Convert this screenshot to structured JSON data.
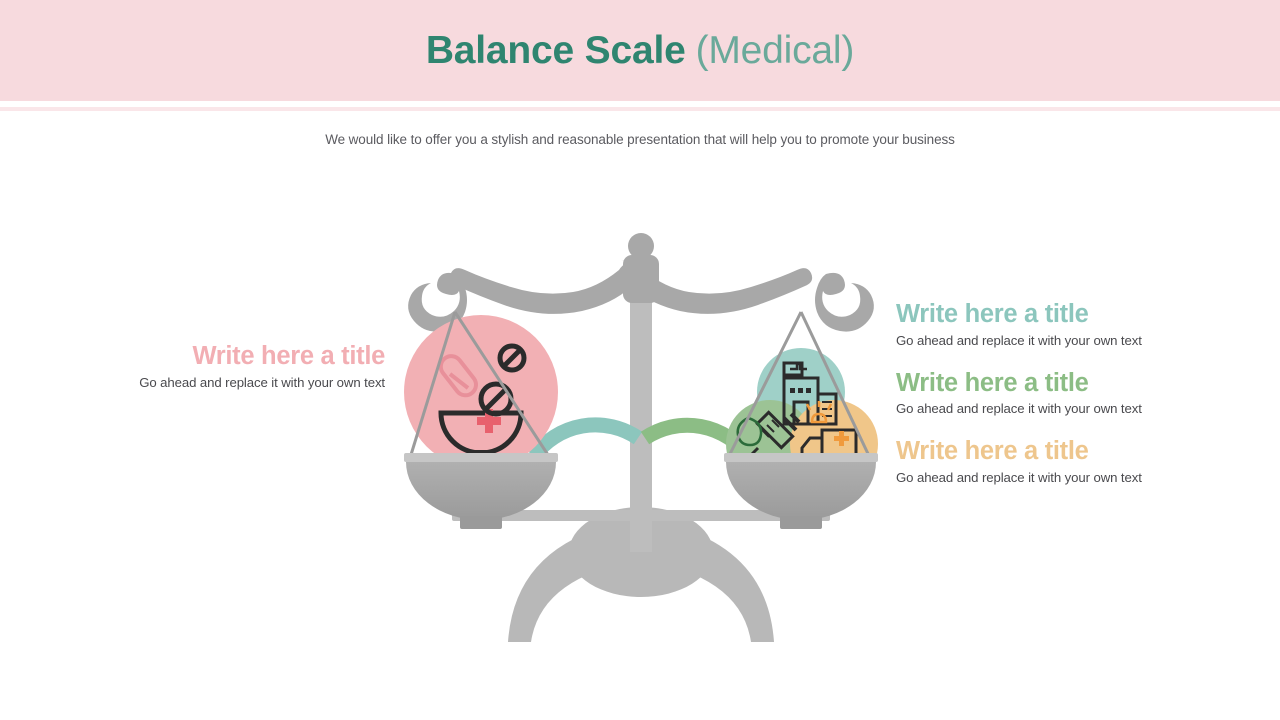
{
  "header": {
    "title_bold": "Balance Scale",
    "title_light": "(Medical)",
    "title_bold_color": "#2f8570",
    "title_light_color": "#6aa99a",
    "band_color": "#f7dade",
    "rule_color": "#fae6e9"
  },
  "subtitle": {
    "text": "We would like to offer you a stylish and reasonable presentation that will help you to promote your business",
    "color": "#5b5b60"
  },
  "left": {
    "blocks": [
      {
        "title": "Write here a title",
        "body": "Go ahead and replace it with your own text",
        "color": "#f2aeb3"
      }
    ]
  },
  "right": {
    "blocks": [
      {
        "title": "Write here a title",
        "body": "Go ahead and replace it with your own text",
        "color": "#8cc6bd"
      },
      {
        "title": "Write here a title",
        "body": "Go ahead and replace it with your own text",
        "color": "#8cbd85"
      },
      {
        "title": "Write here a title",
        "body": "Go ahead and replace it with your own text",
        "color": "#eec68d"
      }
    ]
  },
  "graphic": {
    "name": "balance-scale-illustration",
    "frame_color": "#b4b4b4",
    "pan_color": "#a9a9a9",
    "pan_rim_color": "#c9c9c9",
    "string_color": "#9b9b9b",
    "left_pan": {
      "circle_color": "#f2b0b4",
      "icons": [
        "pill-capsule-icon",
        "tablet-icon",
        "medicine-bowl-cross-icon"
      ]
    },
    "right_pan": {
      "circles": [
        {
          "color": "#9fd0c8",
          "icon": "hospital-building-icon"
        },
        {
          "color": "#9cc395",
          "icon": "syringe-icon"
        },
        {
          "color": "#f0c689",
          "icon": "ambulance-icon"
        }
      ]
    },
    "gauge_arc_segments": [
      {
        "name": "arc-pink",
        "color": "#f2b0b4"
      },
      {
        "name": "arc-teal",
        "color": "#8cc6bd"
      },
      {
        "name": "arc-green",
        "color": "#8cbd85"
      },
      {
        "name": "arc-orange",
        "color": "#eec68d"
      }
    ]
  }
}
